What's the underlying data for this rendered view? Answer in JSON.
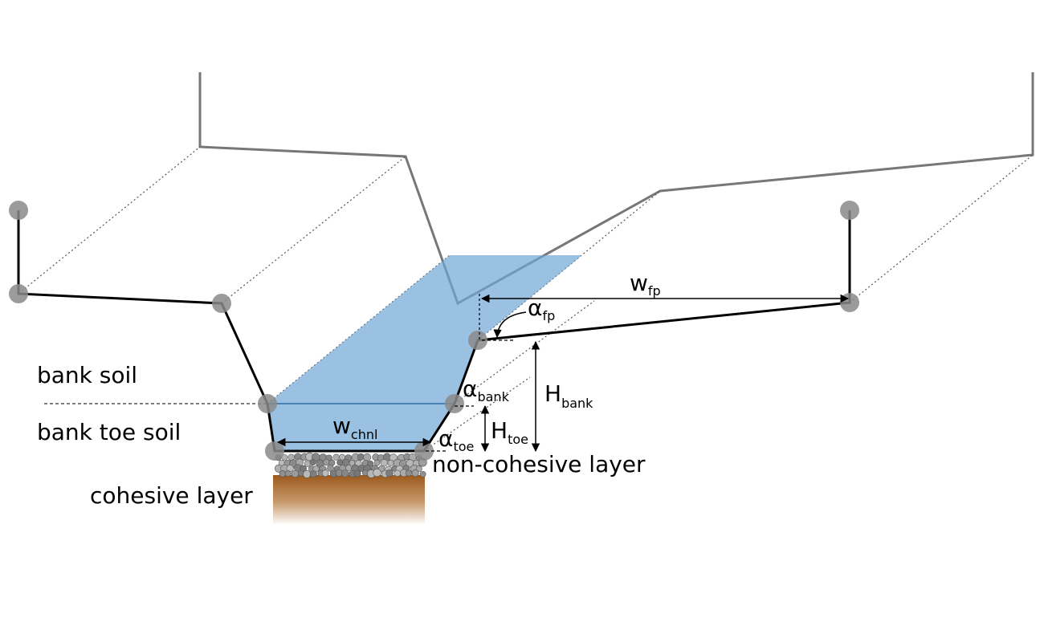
{
  "labels": {
    "bank_soil": "bank soil",
    "bank_toe_soil": "bank toe soil",
    "non_cohesive_layer": "non-cohesive layer",
    "cohesive_layer": "cohesive layer"
  },
  "symbols": {
    "w_fp": {
      "base": "w",
      "sub": "fp"
    },
    "alpha_fp": {
      "base": "α",
      "sub": "fp"
    },
    "alpha_bank": {
      "base": "α",
      "sub": "bank"
    },
    "alpha_toe": {
      "base": "α",
      "sub": "toe"
    },
    "h_bank": {
      "base": "H",
      "sub": "bank"
    },
    "h_toe": {
      "base": "H",
      "sub": "toe"
    },
    "w_chnl": {
      "base": "w",
      "sub": "chnl"
    }
  },
  "colors": {
    "water": "#6fa6d6",
    "cohesive_top": "#9c5a1c",
    "gravel": "#9a9a9a",
    "profile_front": "#000000",
    "profile_back": "#777777"
  }
}
